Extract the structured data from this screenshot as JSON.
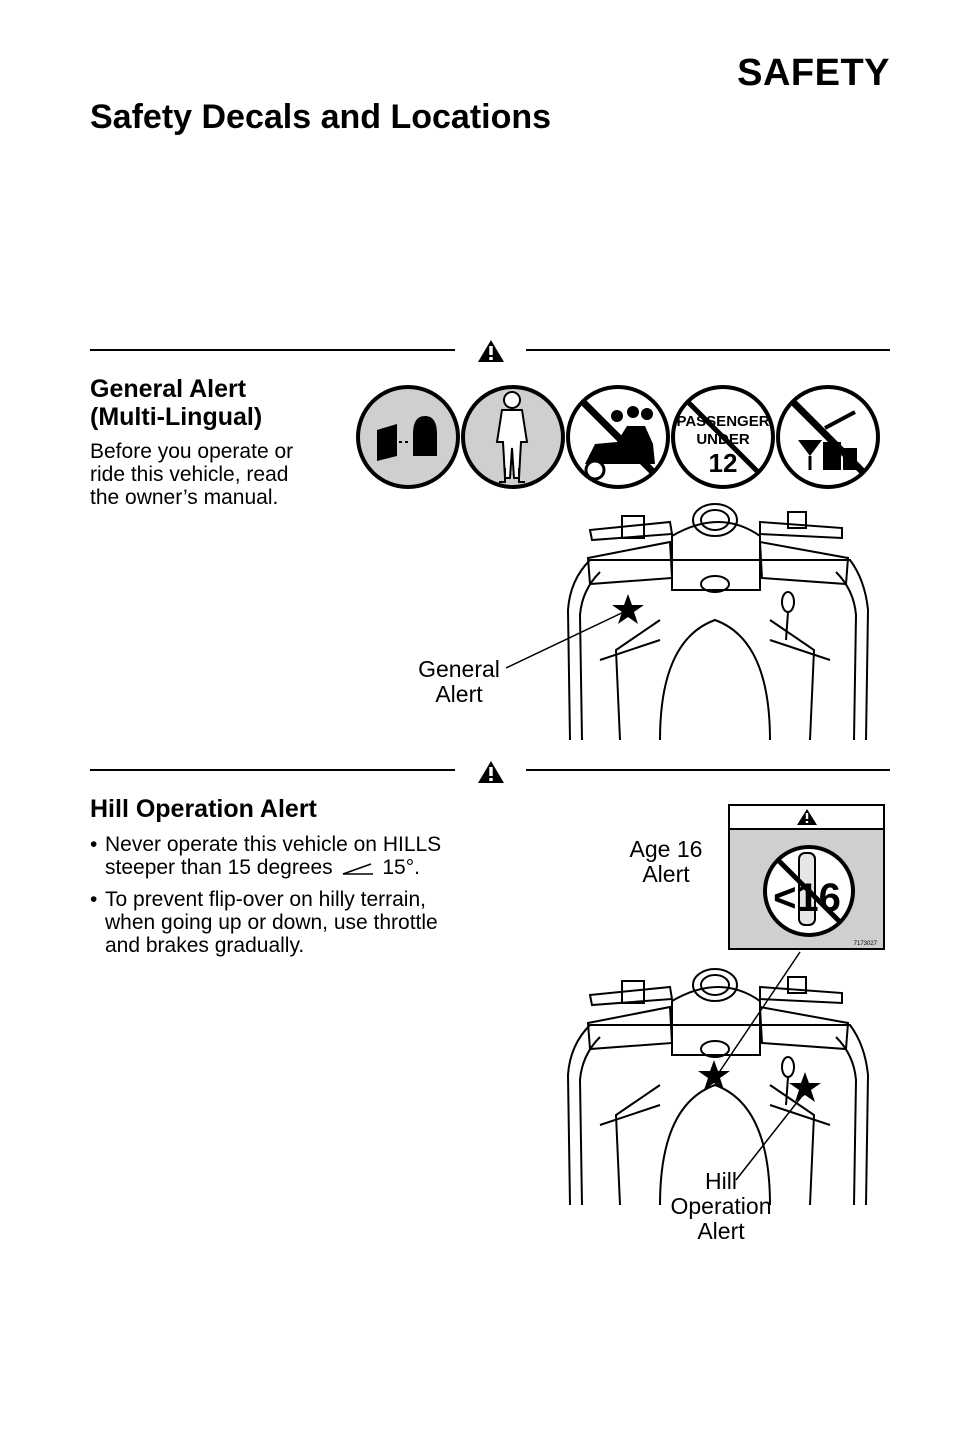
{
  "header": {
    "section": "SAFETY",
    "title": "Safety Decals and Locations"
  },
  "general_alert": {
    "title_line1": "General Alert",
    "title_line2": "(Multi-Lingual)",
    "body_lines": [
      "Before you operate or",
      "ride this vehicle, read",
      "the owner’s manual."
    ],
    "decals": {
      "passenger_line1": "PASSENGER",
      "passenger_line2": "UNDER",
      "passenger_age": "12"
    },
    "callout_line1": "General",
    "callout_line2": "Alert"
  },
  "hill_alert": {
    "title": "Hill Operation Alert",
    "bullet1_line1": "Never operate this vehicle on HILLS",
    "bullet1_line2_pre": "steeper than 15 degrees",
    "bullet1_line2_post": "15°.",
    "bullet2_line1": "To prevent flip-over on hilly terrain,",
    "bullet2_line2": "when going up or down, use throttle",
    "bullet2_line3": "and brakes gradually.",
    "age_callout_line1": "Age 16",
    "age_callout_line2": "Alert",
    "age_decal_text": "<16",
    "age_decal_code": "7173027",
    "hill_callout_line1": "Hill",
    "hill_callout_line2": "Operation",
    "hill_callout_line3": "Alert"
  }
}
